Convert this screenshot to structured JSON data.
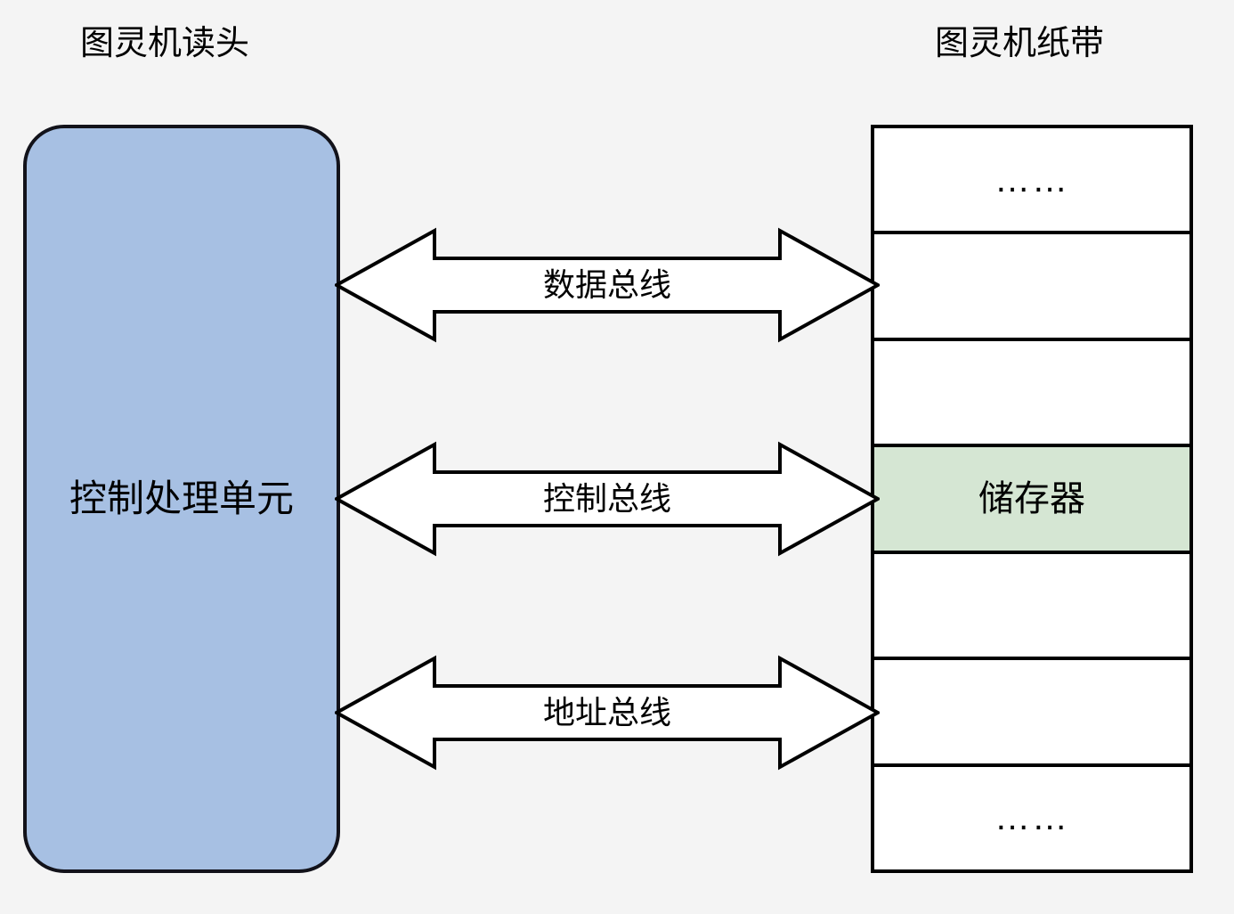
{
  "diagram": {
    "background_color": "#f4f4f4",
    "titles": {
      "left": "图灵机读头",
      "right": "图灵机纸带"
    },
    "cpu": {
      "label": "控制处理单元",
      "fill_color": "#a7c0e3",
      "stroke_color": "#12121a"
    },
    "tape": {
      "fill_color": "#ffffff",
      "stroke_color": "#000000",
      "highlight_color": "#d5e6d3",
      "cells": [
        {
          "text": "……",
          "highlight": false
        },
        {
          "text": "",
          "highlight": false
        },
        {
          "text": "",
          "highlight": false
        },
        {
          "text": "储存器",
          "highlight": true
        },
        {
          "text": "",
          "highlight": false
        },
        {
          "text": "",
          "highlight": false
        },
        {
          "text": "……",
          "highlight": false
        }
      ]
    },
    "buses": [
      {
        "label": "数据总线",
        "direction": "bidirectional"
      },
      {
        "label": "控制总线",
        "direction": "bidirectional"
      },
      {
        "label": "地址总线",
        "direction": "bidirectional"
      }
    ]
  }
}
